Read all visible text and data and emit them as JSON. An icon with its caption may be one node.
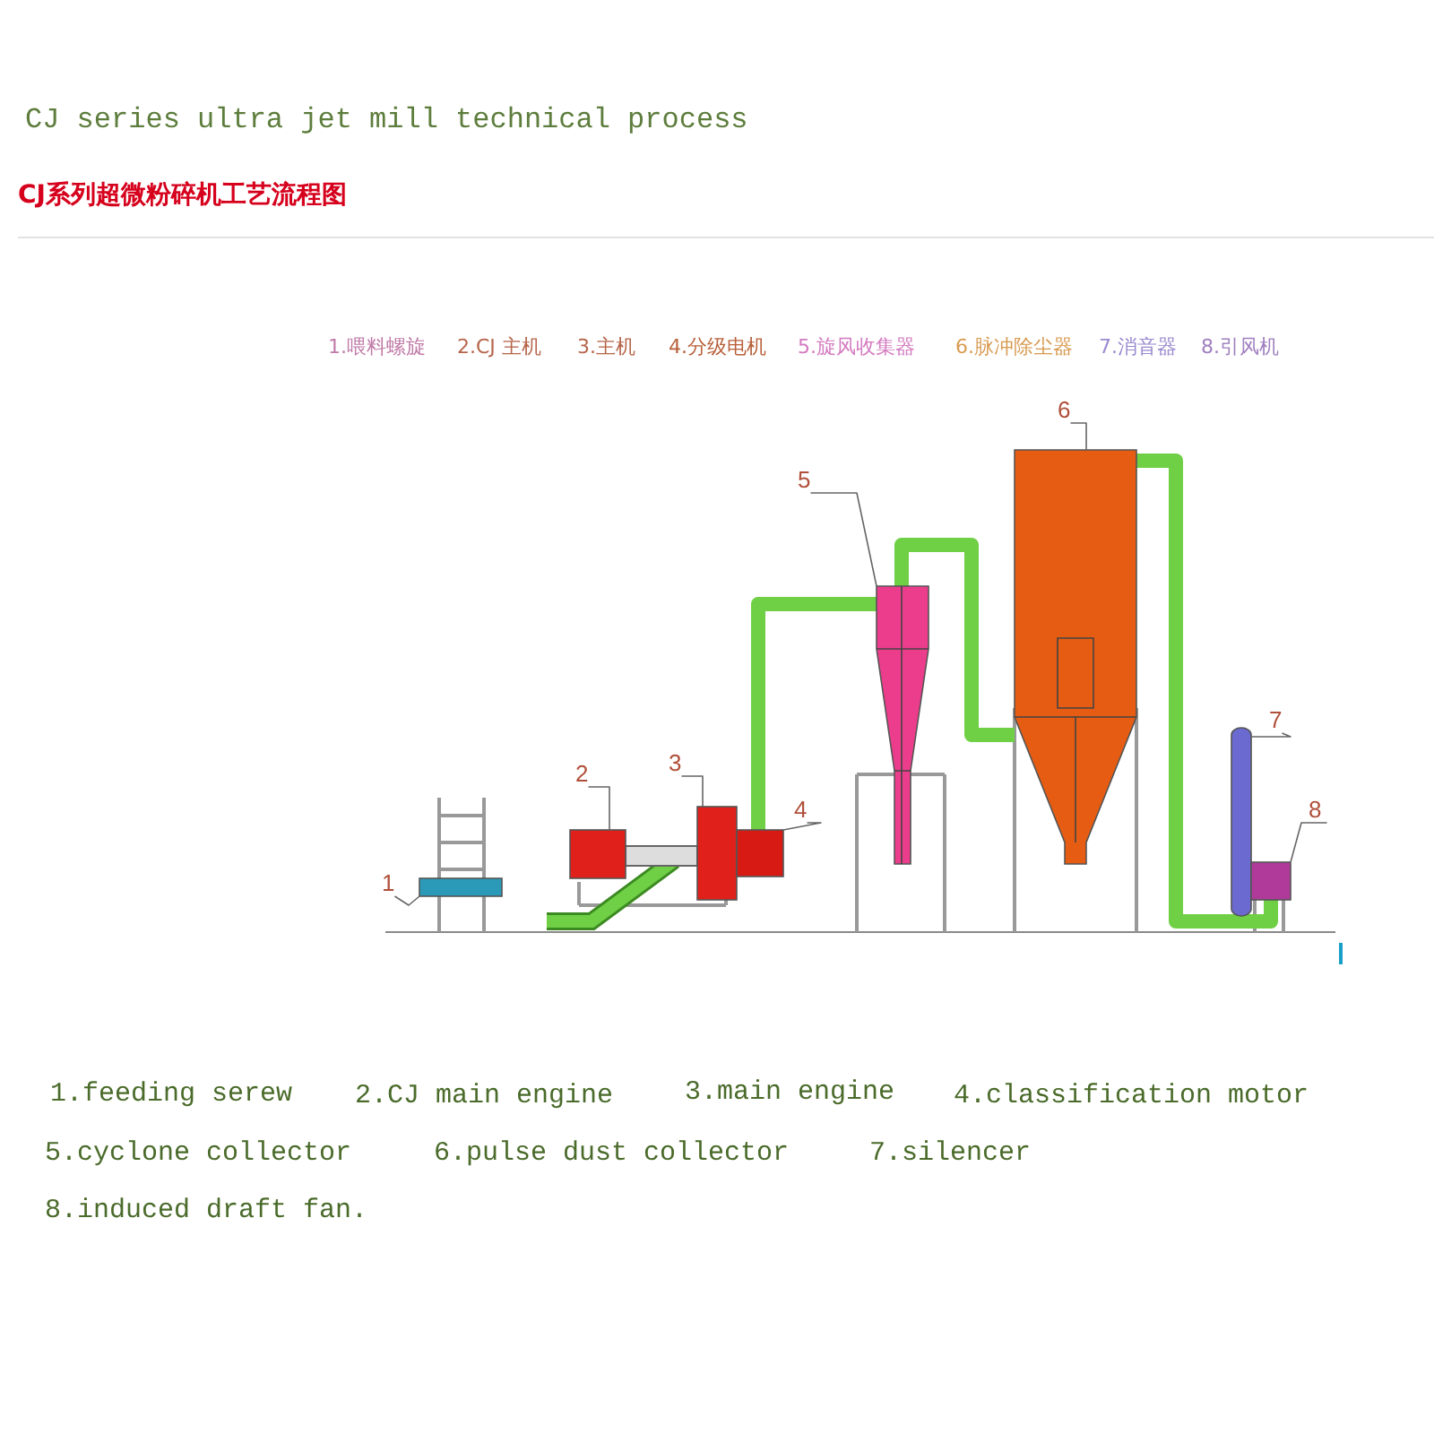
{
  "diagram": {
    "title": "CJ series ultra jet mill technical process",
    "nodes": [
      {
        "text": [
          "1"
        ]
      },
      {
        "text": [],
        "shape": "box"
      },
      {
        "text": [
          "2"
        ]
      },
      {
        "text": [],
        "shape": "box"
      },
      {
        "text": [
          "3"
        ]
      },
      {
        "text": [],
        "shape": "box"
      },
      {
        "text": [
          "4"
        ]
      },
      {
        "text": [],
        "shape": "box"
      },
      {
        "text": [
          "5"
        ]
      },
      {
        "text": [],
        "shape": "picture"
      },
      {
        "text": [
          "6"
        ]
      },
      {
        "text": [],
        "shape": "picture"
      },
      {
        "text": [
          "7"
        ]
      },
      {
        "text": [],
        "shape": "cylinder"
      },
      {
        "text": [
          "8"
        ]
      },
      {
        "text": [],
        "shape": "box"
      }
    ],
    "edges": [
      {
        "from": 0,
        "to": 1,
        "arrow": "none"
      },
      {
        "from": 2,
        "to": 3,
        "arrow": "none"
      },
      {
        "from": 4,
        "to": 5,
        "arrow": "none"
      },
      {
        "from": 6,
        "to": 7,
        "arrow": "none"
      },
      {
        "from": 8,
        "to": 9,
        "arrow": "none"
      },
      {
        "from": 10,
        "to": 11,
        "arrow": "none"
      },
      {
        "from": 12,
        "to": 13,
        "arrow": "none"
      },
      {
        "from": 14,
        "to": 15,
        "arrow": "none"
      },
      {
        "from": 7,
        "to": 9,
        "arrow": "none",
        "style": "thick",
        "color": "#6fcf45"
      },
      {
        "from": 9,
        "to": 11,
        "arrow": "none",
        "style": "thick",
        "color": "#6fcf45"
      },
      {
        "from": 11,
        "to": 15,
        "arrow": "none",
        "style": "thick",
        "color": "#6fcf45"
      }
    ],
    "labels": [
      "CJ系列超微粉碎机工艺流程图",
      "1.喂料螺旋",
      "2.CJ 主机",
      "3.主机",
      "4.分级电机",
      "5.旋风收集器",
      "6.脉冲除尘器",
      "7.消音器",
      "8.引风机",
      "1.feeding serew",
      "2.CJ main engine",
      "3.main engine",
      "4.classification motor",
      "5.cyclone collector",
      "6.pulse dust collector",
      "7.silencer",
      "8.induced draft fan."
    ]
  }
}
